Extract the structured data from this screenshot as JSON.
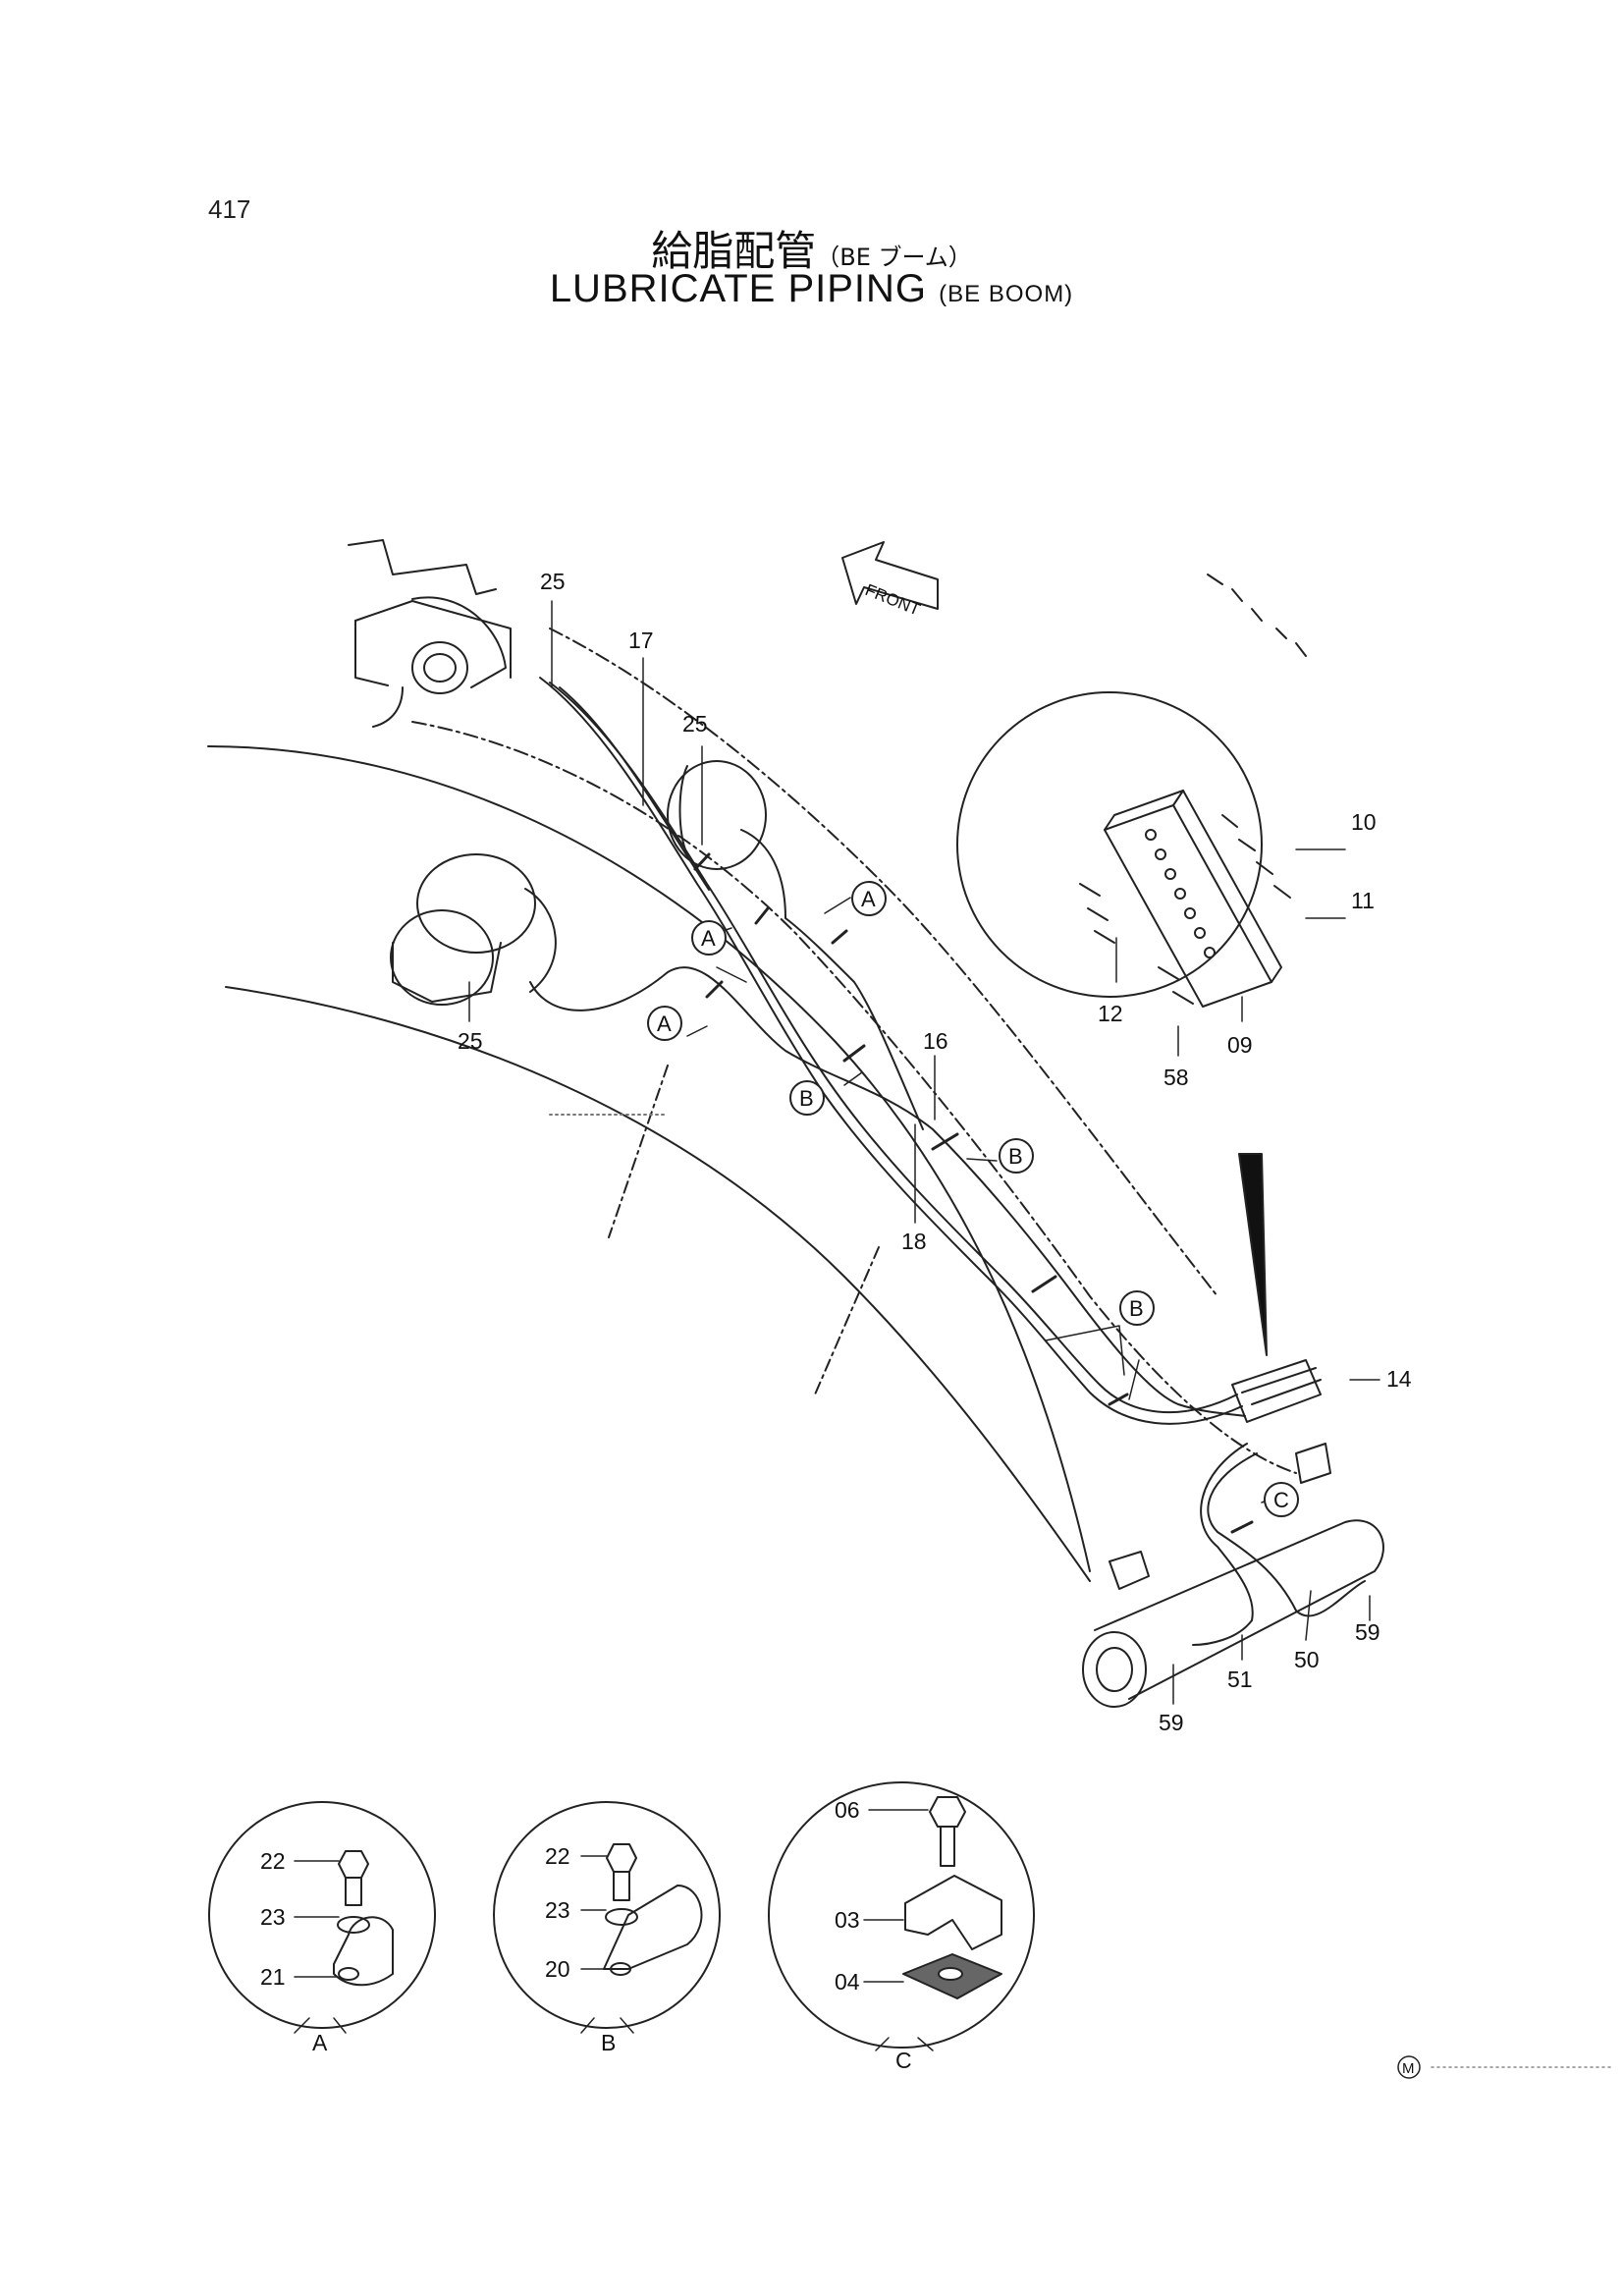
{
  "page_number": "417",
  "title": {
    "jp_main": "給脂配管",
    "jp_sub": "（BE ブーム）",
    "en_main": "LUBRICATE PIPING",
    "en_sub": "(BE BOOM)"
  },
  "front_arrow_label": "FRONT",
  "callouts": {
    "p25a": "25",
    "p17": "17",
    "p25b": "25",
    "p25c": "25",
    "p16": "16",
    "p18": "18",
    "p10": "10",
    "p11": "11",
    "p12": "12",
    "p09": "09",
    "p58": "58",
    "p14": "14",
    "p59a": "59",
    "p59b": "59",
    "p50": "50",
    "p51": "51"
  },
  "view_markers": {
    "a1": "A",
    "a2": "A",
    "a3": "A",
    "b1": "B",
    "b2": "B",
    "b3": "B",
    "c1": "C"
  },
  "detail_a": {
    "label": "A",
    "parts": [
      "22",
      "23",
      "21"
    ]
  },
  "detail_b": {
    "label": "B",
    "parts": [
      "22",
      "23",
      "20"
    ]
  },
  "detail_c": {
    "label": "C",
    "parts": [
      "06",
      "03",
      "04"
    ]
  },
  "mark": "M"
}
